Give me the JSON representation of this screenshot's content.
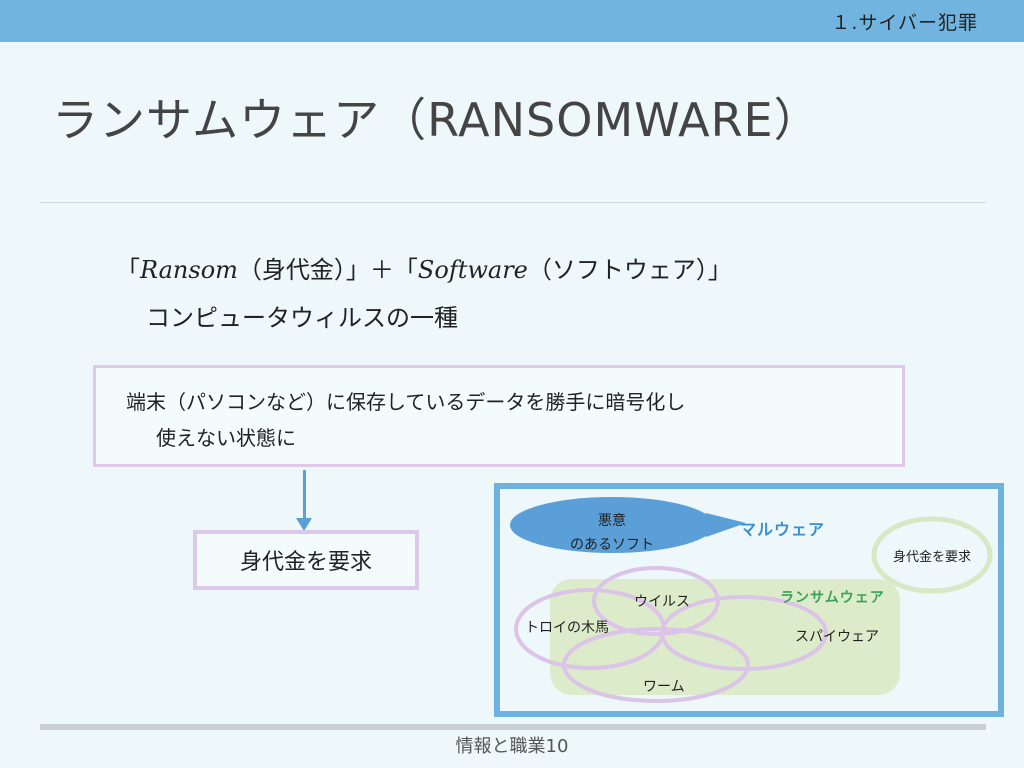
{
  "header": {
    "section": "１.サイバー犯罪"
  },
  "slide": {
    "title": "ランサムウェア（RANSOMWARE）",
    "definition": {
      "open1": "「",
      "ransom": "Ransom",
      "ransom_jp": "（身代金）」＋「",
      "software": "Software",
      "software_jp": "（ソフトウェア）」"
    },
    "subtitle": "コンピュータウィルスの一種",
    "description": {
      "line1": "端末（パソコンなど）に保存しているデータを勝手に暗号化し",
      "line2": "使えない状態に"
    },
    "result_box": "身代金を要求"
  },
  "diagram": {
    "bubble_line1": "悪意",
    "bubble_line2": "のあるソフト",
    "malware_label": "マルウェア",
    "ransomware_label": "ランサムウェア",
    "demand_circle": "身代金を要求",
    "items": {
      "virus": "ウイルス",
      "trojan": "トロイの木馬",
      "spyware": "スパイウェア",
      "worm": "ワーム"
    },
    "colors": {
      "frame": "#6fb2e0",
      "bubble": "#5a9fd8",
      "ransomware_area": "#dcebc9",
      "ellipse": "#dcc3e8"
    }
  },
  "footer": {
    "text": "情報と職業10"
  }
}
